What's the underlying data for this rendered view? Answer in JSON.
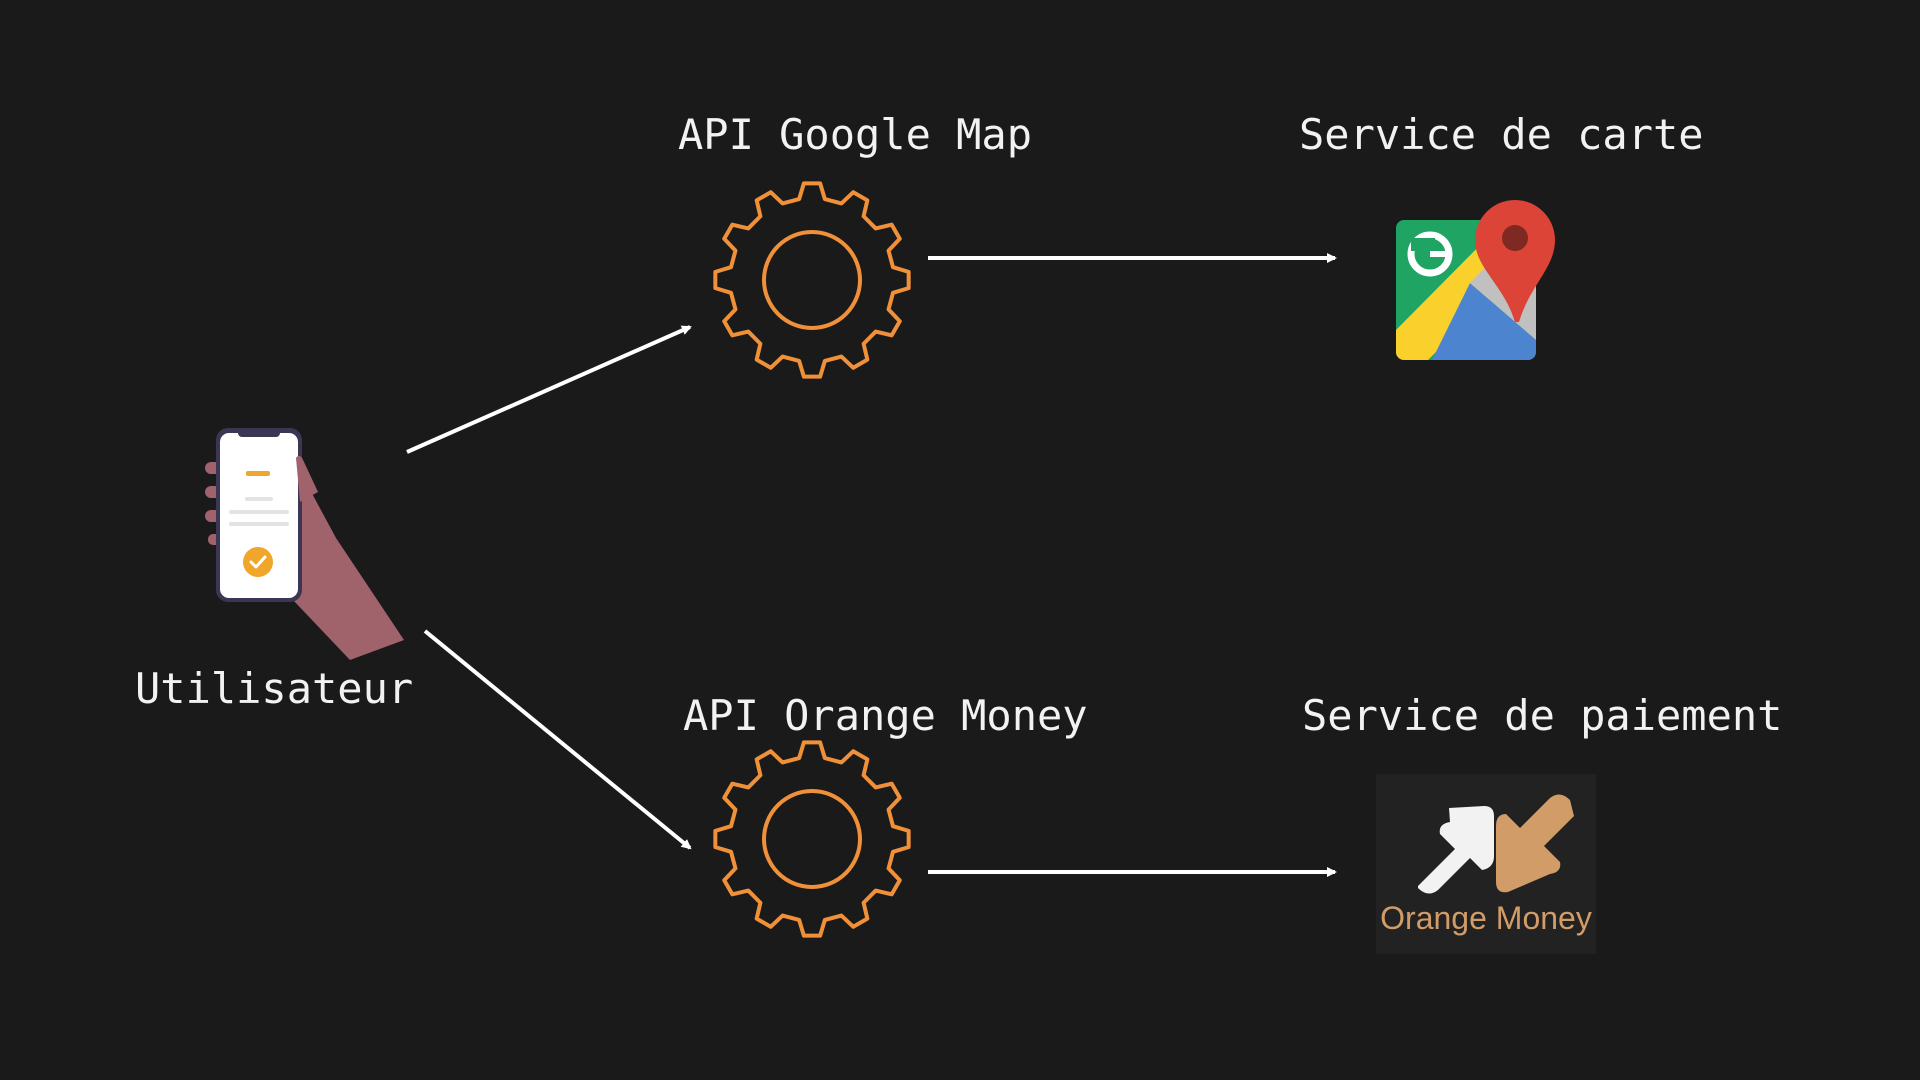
{
  "labels": {
    "user": "Utilisateur",
    "api_map": "API Google Map",
    "api_money": "API Orange Money",
    "service_map": "Service de carte",
    "service_pay": "Service de paiement"
  },
  "logos": {
    "google_maps_letter": "G",
    "orange_money_text": "Orange Money"
  },
  "colors": {
    "background": "#1a1a1a",
    "text": "#f2f2f2",
    "gear": "#f0913a",
    "arrow": "#ffffff",
    "orange_money_brand": "#d19c67"
  },
  "icons": {
    "user": "hand-holding-phone-icon",
    "api": "gear-icon",
    "map_service": "google-maps-icon",
    "pay_service": "orange-money-icon"
  }
}
